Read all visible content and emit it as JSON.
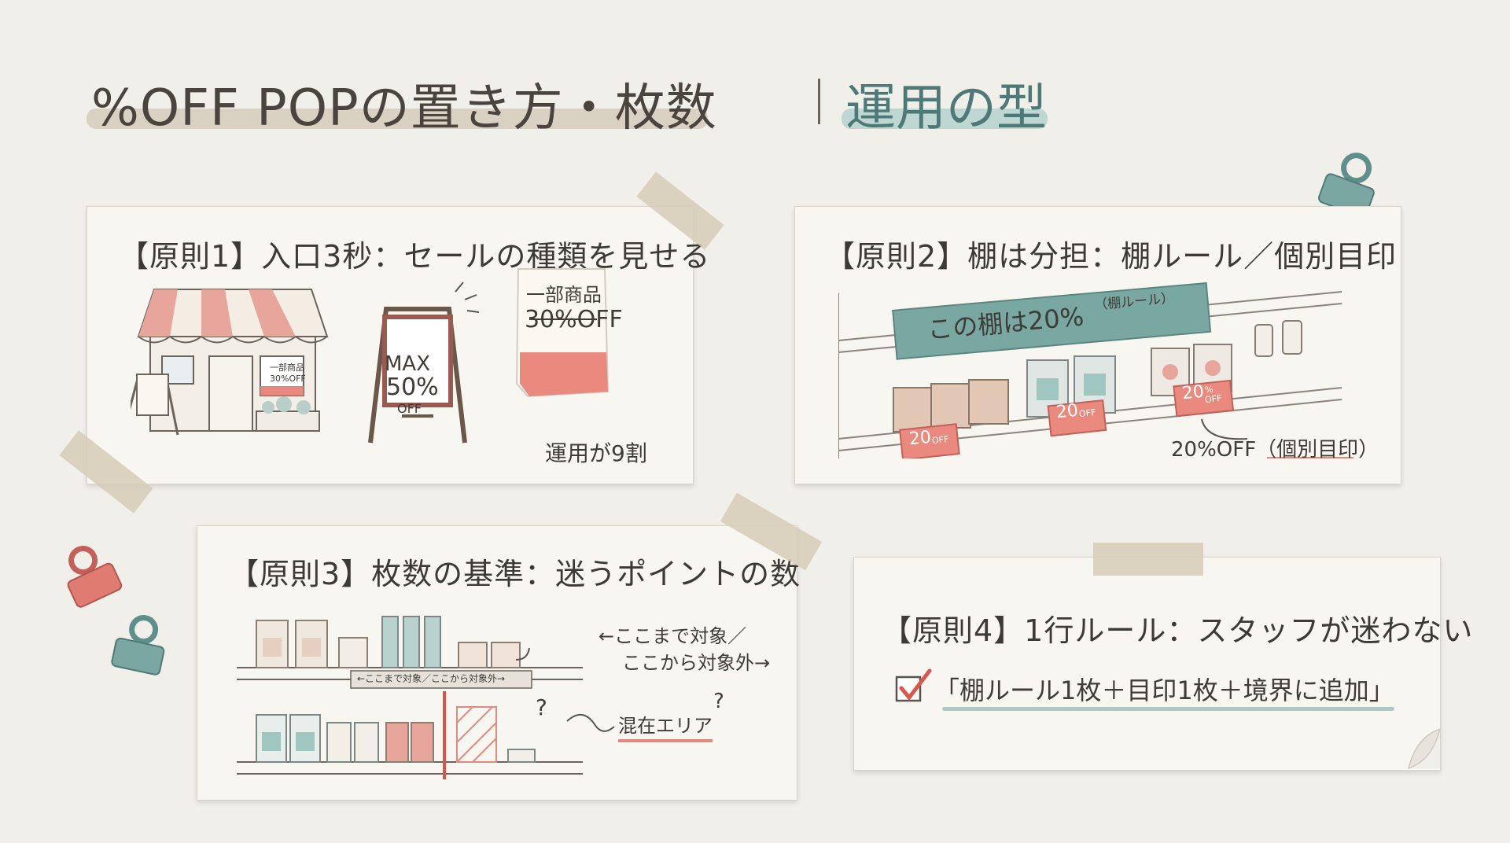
{
  "title": {
    "main": "%OFF POPの置き方・枚数",
    "accent": "運用の型"
  },
  "card1": {
    "title": "【原則1】入口3秒：セールの種類を見せる",
    "window_sign_line1": "一部商品",
    "window_sign_line2": "30%OFF",
    "aboard_line1": "MAX",
    "aboard_line2": "50%",
    "aboard_line3": "OFF",
    "poster_line1": "一部商品",
    "poster_line2": "30%OFF",
    "note": "運用が9割"
  },
  "card2": {
    "title": "【原則2】棚は分担：棚ルール／個別目印",
    "banner_main": "この棚は20%",
    "banner_sub": "（棚ルール）",
    "tag_num": "20",
    "tag_pct": "%",
    "tag_off": "OFF",
    "callout": "20%OFF（個別目印）"
  },
  "card3": {
    "title": "【原則3】枚数の基準：迷うポイントの数",
    "boundary_label": "←ここまで対象／ここから対象外→",
    "callout_line1": "←ここまで対象／",
    "callout_line2": "ここから対象外→",
    "q1": "?",
    "q2": "?",
    "mixed": "混在エリア"
  },
  "card4": {
    "title": "【原則4】1行ルール：スタッフが迷わない",
    "rule": "「棚ルール1枚＋目印1枚＋境界に追加」"
  },
  "colors": {
    "accent_teal": "#6d9c98",
    "accent_red": "#e27d73",
    "ink": "#3f3b36"
  }
}
